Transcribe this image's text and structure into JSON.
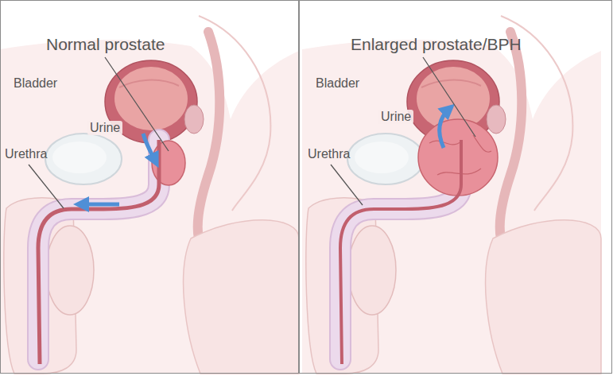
{
  "diagram": {
    "labels": [
      "Normal prostate",
      "Bladder",
      "Urine",
      "Urethra",
      "Enlarged prostate/BPH",
      "Bladder",
      "Urine",
      "Urethra"
    ]
  }
}
